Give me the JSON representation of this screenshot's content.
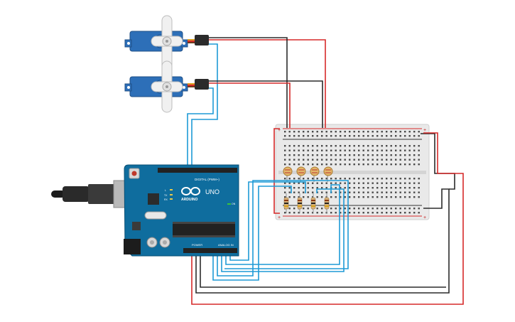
{
  "board": {
    "brand": "ARDUINO",
    "model": "UNO",
    "header_digital": "DIGITAL (PWM~)",
    "header_power": "POWER",
    "header_analog": "ANALOG IN",
    "on_label": "ON",
    "tx_label": "TX",
    "rx_label": "RX",
    "l_label": "L"
  },
  "breadboard": {
    "plus_sign": "+",
    "minus_sign": "−"
  },
  "components": {
    "servos": [
      "servo-top",
      "servo-bottom"
    ],
    "photoresistors": 4,
    "resistors": 4
  },
  "colors": {
    "wire_red": "#d62a2a",
    "wire_black": "#2b2b2b",
    "wire_blue": "#1e9ad6",
    "servo_body": "#2d6fb8",
    "board": "#0f6d9e",
    "breadboard": "#e6e6e6"
  }
}
